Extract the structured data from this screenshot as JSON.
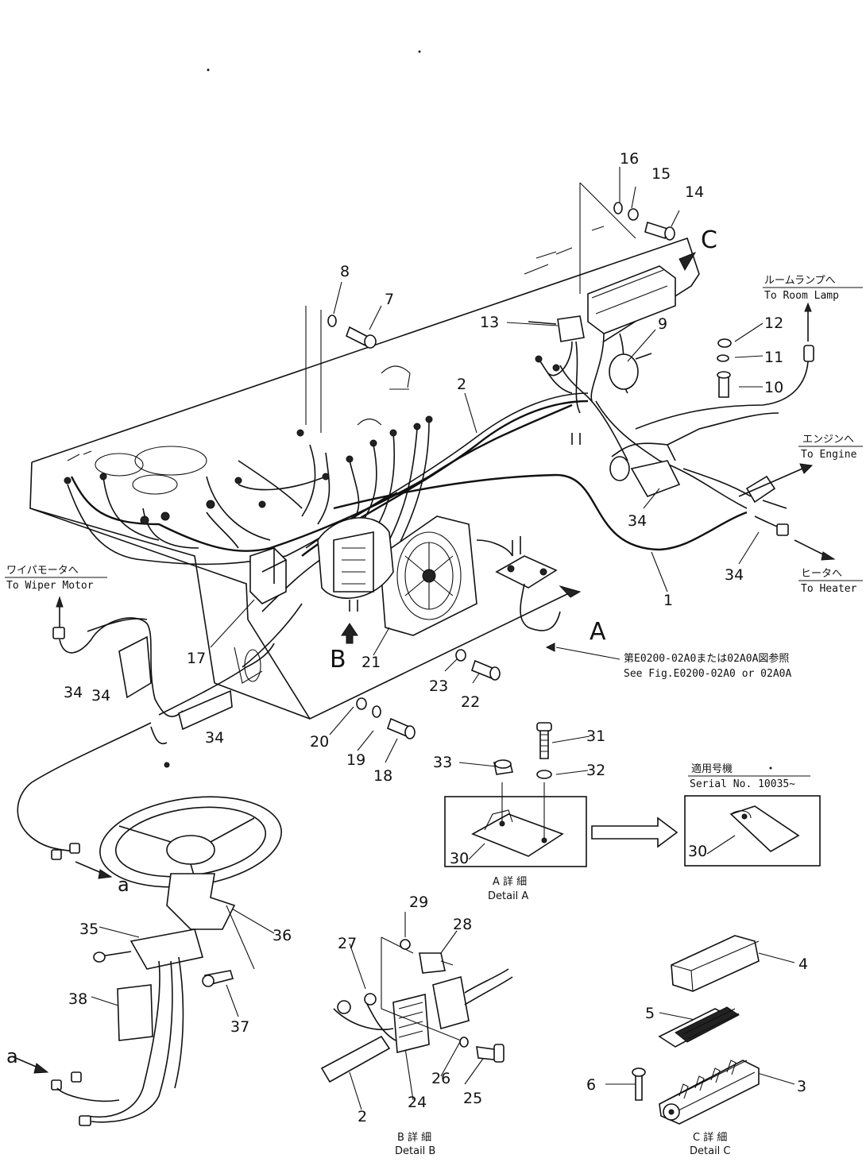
{
  "callouts": {
    "c1": "1",
    "c2": "2",
    "c2b": "2",
    "c3": "3",
    "c4": "4",
    "c5": "5",
    "c6": "6",
    "c7": "7",
    "c8": "8",
    "c9": "9",
    "c10": "10",
    "c11": "11",
    "c12": "12",
    "c13": "13",
    "c14": "14",
    "c15": "15",
    "c16": "16",
    "c17": "17",
    "c18": "18",
    "c19": "19",
    "c20": "20",
    "c21": "21",
    "c22": "22",
    "c23": "23",
    "c24": "24",
    "c25": "25",
    "c26": "26",
    "c27": "27",
    "c28": "28",
    "c29": "29",
    "c30a": "30",
    "c30b": "30",
    "c31": "31",
    "c32": "32",
    "c33": "33",
    "c34a": "34",
    "c34b": "34",
    "c34c": "34",
    "c34d": "34",
    "c34e": "34",
    "c35": "35",
    "c36": "36",
    "c37": "37",
    "c38": "38"
  },
  "view_letters": {
    "A": "A",
    "B": "B",
    "C": "C",
    "a1": "a",
    "a2": "a"
  },
  "annotations": {
    "room_lamp_jp": "ルームランプへ",
    "room_lamp_en": "To Room Lamp",
    "engine_jp": "エンジンへ",
    "engine_en": "To Engine",
    "heater_jp": "ヒータへ",
    "heater_en": "To Heater",
    "wiper_jp": "ワイパモータへ",
    "wiper_en": "To Wiper Motor",
    "see_fig_jp": "第E0200-02A0または02A0A図参照",
    "see_fig_en": "See Fig.E0200-02A0 or 02A0A",
    "serial_jp": "適用号機",
    "serial_en": "Serial No. 10035~"
  },
  "details": {
    "a_jp": "A 詳 細",
    "a_en": "Detail A",
    "b_jp": "B 詳 細",
    "b_en": "Detail B",
    "c_jp": "C 詳 細",
    "c_en": "Detail C"
  }
}
